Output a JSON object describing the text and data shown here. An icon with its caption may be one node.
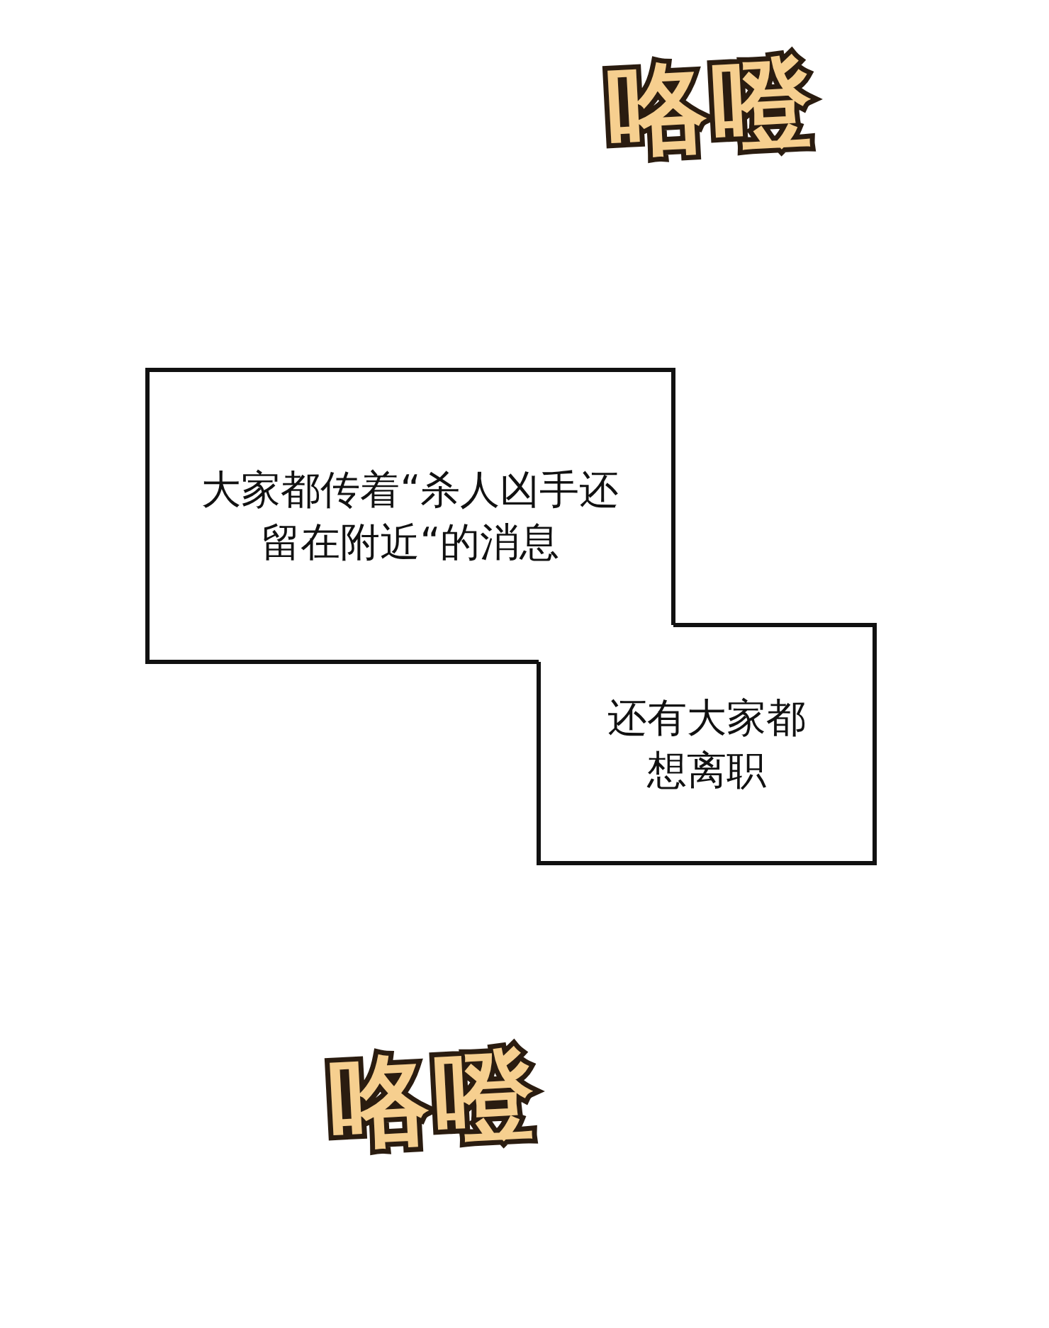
{
  "diagram": {
    "nodes": [
      {
        "text": [
          "大家都传着“杀人凶手还留在附近“的消息"
        ]
      },
      {
        "text": [
          "还有大家都想离职"
        ]
      }
    ],
    "labels": [
      "咯噔",
      "咯噔"
    ]
  }
}
